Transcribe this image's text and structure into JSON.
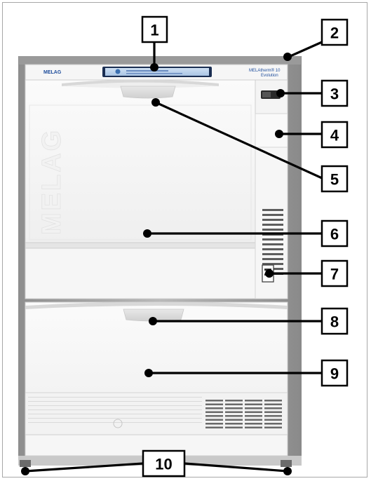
{
  "device": {
    "logo_text": "MELAG",
    "model_text": "MELAtherm® 10",
    "model_subtext": "Evolution",
    "embossed_text": "MELAG"
  },
  "callouts": [
    {
      "number": "1"
    },
    {
      "number": "2"
    },
    {
      "number": "3"
    },
    {
      "number": "4"
    },
    {
      "number": "5"
    },
    {
      "number": "6"
    },
    {
      "number": "7"
    },
    {
      "number": "8"
    },
    {
      "number": "9"
    },
    {
      "number": "10"
    }
  ]
}
